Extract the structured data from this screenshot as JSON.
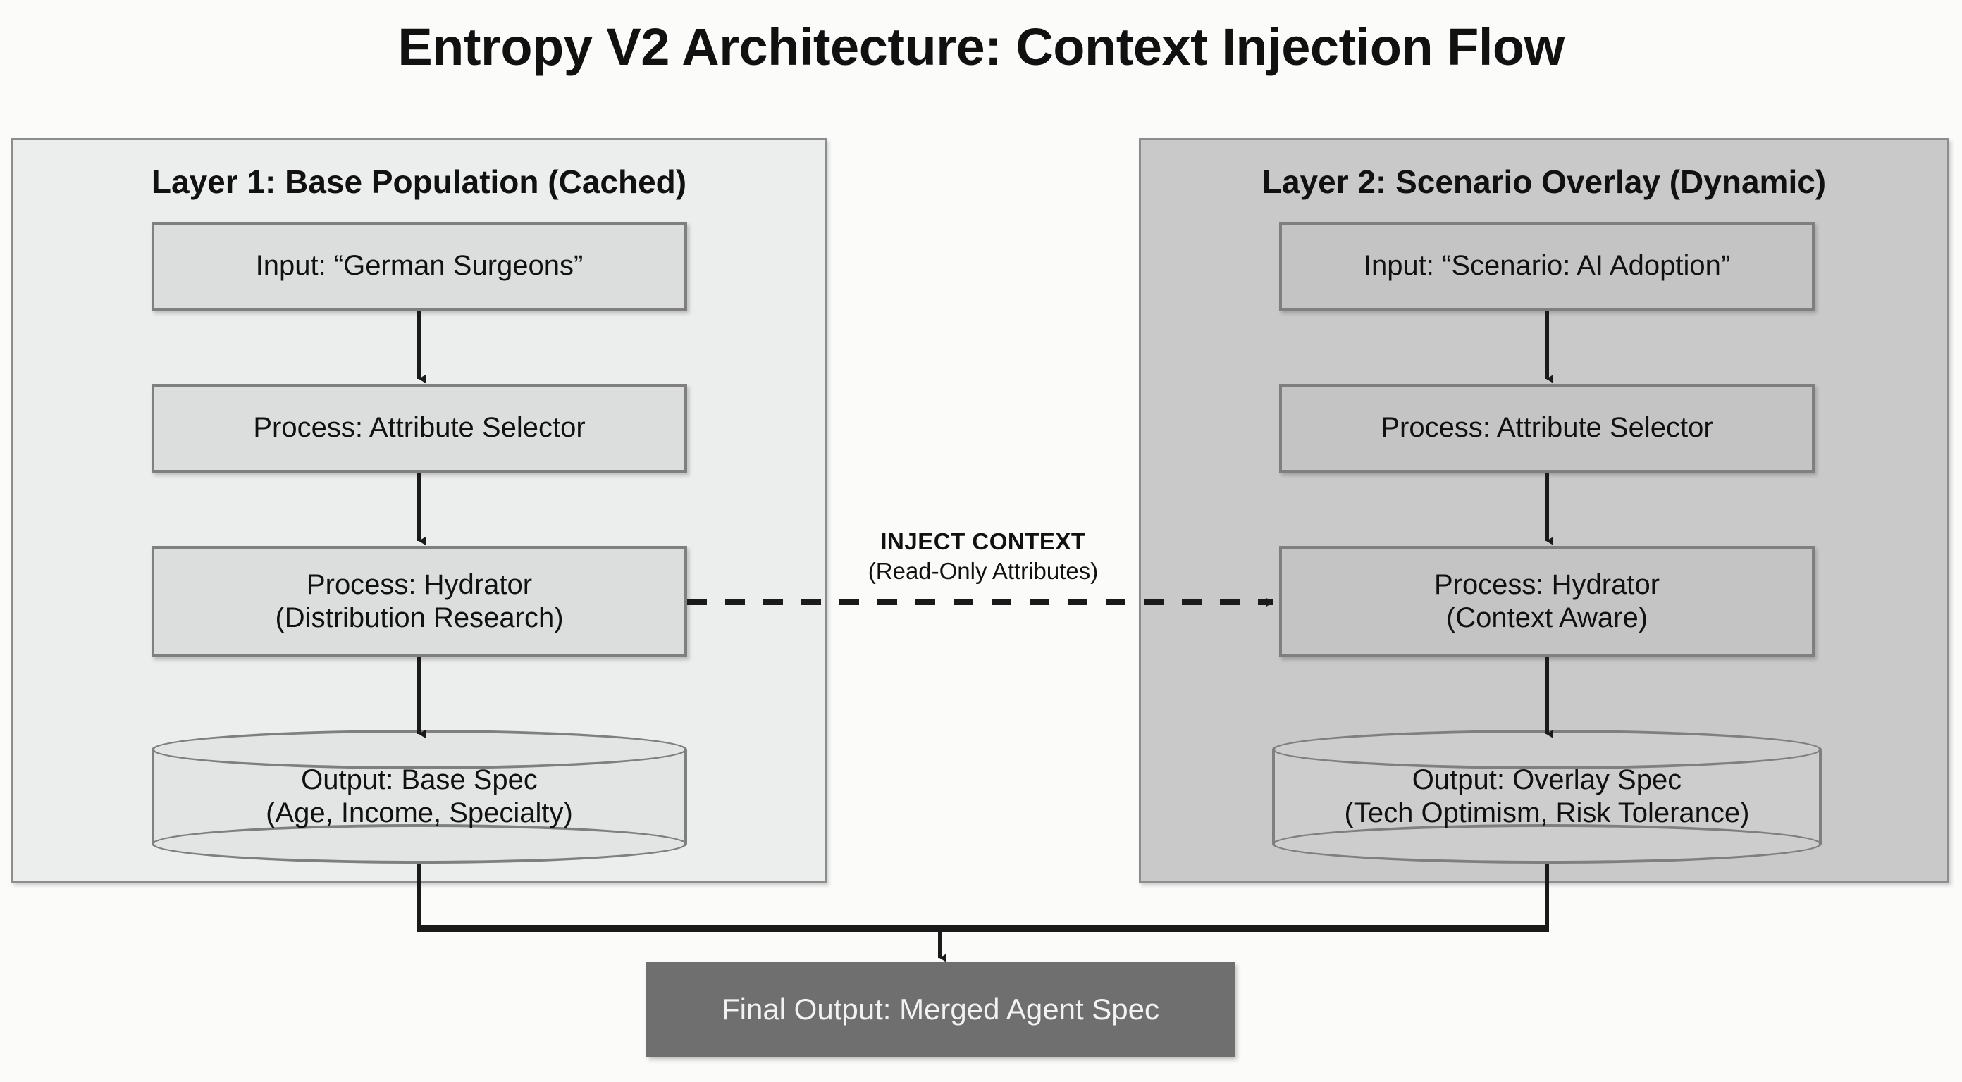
{
  "title": "Entropy V2 Architecture: Context Injection Flow",
  "layer1": {
    "title": "Layer 1: Base Population (Cached)",
    "nodes": {
      "input": "Input: “German Surgeons”",
      "selector": "Process: Attribute Selector",
      "hydrator_line1": "Process: Hydrator",
      "hydrator_line2": "(Distribution Research)",
      "output_line1": "Output: Base Spec",
      "output_line2": "(Age, Income, Specialty)"
    }
  },
  "layer2": {
    "title": "Layer 2: Scenario Overlay (Dynamic)",
    "nodes": {
      "input": "Input: “Scenario: AI Adoption”",
      "selector": "Process: Attribute Selector",
      "hydrator_line1": "Process: Hydrator",
      "hydrator_line2": "(Context Aware)",
      "output_line1": "Output: Overlay Spec",
      "output_line2": "(Tech Optimism, Risk Tolerance)"
    }
  },
  "inject": {
    "line1": "INJECT CONTEXT",
    "line2": "(Read-Only Attributes)"
  },
  "final_output": "Final Output: Merged Agent Spec",
  "colors": {
    "canvas_bg": "#fbfbfa",
    "layer1_bg": "#eceded",
    "layer2_bg": "#c9c9c9",
    "node_border": "#7f7f7f",
    "layer1_node_bg": "#dcdddd",
    "layer2_node_bg": "#c4c4c4",
    "final_output_bg": "#6f6f6f",
    "final_output_text": "#f2f2f2",
    "text": "#111111",
    "arrow": "#1a1a1a"
  }
}
